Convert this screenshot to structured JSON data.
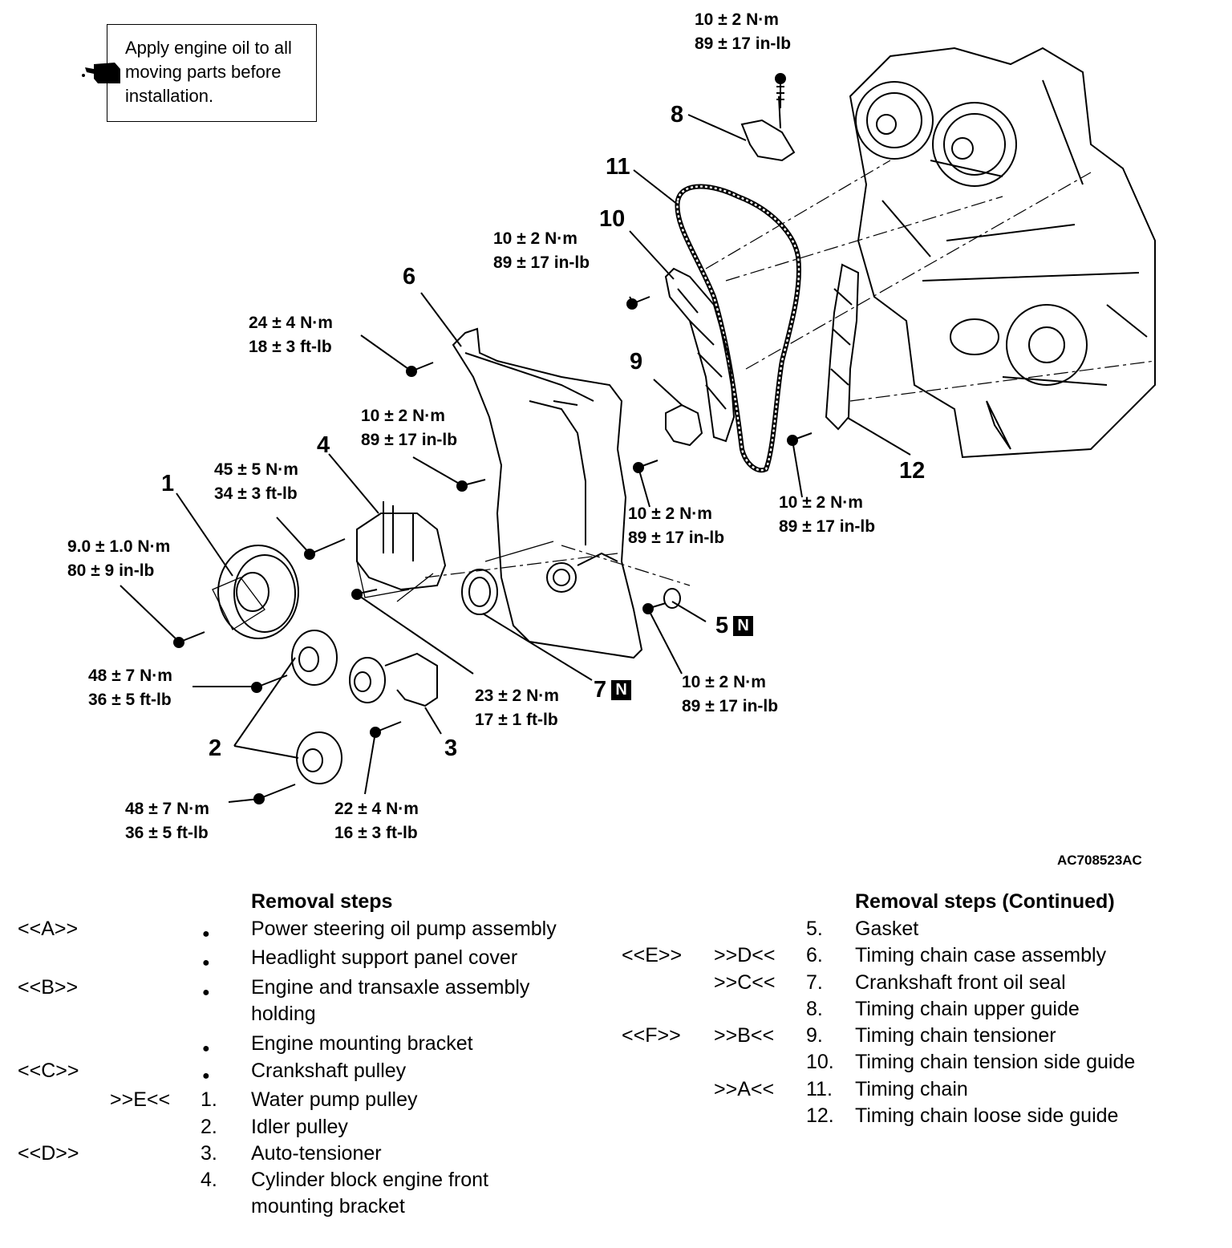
{
  "note": {
    "text": [
      "Apply engine oil to all",
      "moving parts before",
      "installation."
    ]
  },
  "callouts": {
    "c1": "1",
    "c2": "2",
    "c3": "3",
    "c4": "4",
    "c5": "5",
    "c6": "6",
    "c7": "7",
    "c8": "8",
    "c9": "9",
    "c10": "10",
    "c11": "11",
    "c12": "12",
    "n_badge": "N"
  },
  "torques": {
    "t_top": [
      "10 ± 2 N·m",
      "89 ± 17 in-lb"
    ],
    "t_10": [
      "10 ± 2 N·m",
      "89 ± 17 in-lb"
    ],
    "t_6": [
      "24 ± 4 N·m",
      "18 ± 3 ft-lb"
    ],
    "t_case": [
      "10 ± 2 N·m",
      "89 ± 17 in-lb"
    ],
    "t_4": [
      "45 ± 5 N·m",
      "34 ± 3 ft-lb"
    ],
    "t_1": [
      "9.0 ± 1.0 N·m",
      "80 ± 9 in-lb"
    ],
    "t_2a": [
      "48 ± 7 N·m",
      "36 ± 5 ft-lb"
    ],
    "t_2b": [
      "48 ± 7 N·m",
      "36 ± 5 ft-lb"
    ],
    "t_3": [
      "22 ± 4 N·m",
      "16 ± 3 ft-lb"
    ],
    "t_23": [
      "23 ± 2 N·m",
      "17 ± 1 ft-lb"
    ],
    "t_9": [
      "10 ± 2 N·m",
      "89 ± 17 in-lb"
    ],
    "t_12": [
      "10 ± 2 N·m",
      "89 ± 17 in-lb"
    ],
    "t_5": [
      "10 ± 2 N·m",
      "89 ± 17 in-lb"
    ]
  },
  "ref_code": "AC708523AC",
  "removal_left": {
    "heading": "Removal steps",
    "rows": [
      {
        "a": "<<A>>",
        "b": "",
        "n": "●",
        "t": "Power steering oil pump assembly"
      },
      {
        "a": "",
        "b": "",
        "n": "●",
        "t": "Headlight support panel cover"
      },
      {
        "a": "<<B>>",
        "b": "",
        "n": "●",
        "t": "Engine and transaxle assembly"
      },
      {
        "a": "",
        "b": "",
        "n": "",
        "t": "holding"
      },
      {
        "a": "",
        "b": "",
        "n": "●",
        "t": "Engine mounting bracket"
      },
      {
        "a": "<<C>>",
        "b": "",
        "n": "●",
        "t": "Crankshaft pulley"
      },
      {
        "a": "",
        "b": ">>E<<",
        "n": "1.",
        "t": "Water pump pulley"
      },
      {
        "a": "",
        "b": "",
        "n": "2.",
        "t": "Idler pulley"
      },
      {
        "a": "<<D>>",
        "b": "",
        "n": "3.",
        "t": "Auto-tensioner"
      },
      {
        "a": "",
        "b": "",
        "n": "4.",
        "t": "Cylinder block engine front"
      },
      {
        "a": "",
        "b": "",
        "n": "",
        "t": "mounting bracket"
      }
    ]
  },
  "removal_right": {
    "heading": "Removal steps (Continued)",
    "rows": [
      {
        "a": "",
        "b": "",
        "n": "5.",
        "t": "Gasket"
      },
      {
        "a": "<<E>>",
        "b": ">>D<<",
        "n": "6.",
        "t": "Timing chain case assembly"
      },
      {
        "a": "",
        "b": ">>C<<",
        "n": "7.",
        "t": "Crankshaft front oil seal"
      },
      {
        "a": "",
        "b": "",
        "n": "8.",
        "t": "Timing chain upper guide"
      },
      {
        "a": "<<F>>",
        "b": ">>B<<",
        "n": "9.",
        "t": "Timing chain tensioner"
      },
      {
        "a": "",
        "b": "",
        "n": "10.",
        "t": "Timing chain tension side guide"
      },
      {
        "a": "",
        "b": ">>A<<",
        "n": "11.",
        "t": "Timing chain"
      },
      {
        "a": "",
        "b": "",
        "n": "12.",
        "t": "Timing chain loose side guide"
      }
    ]
  }
}
